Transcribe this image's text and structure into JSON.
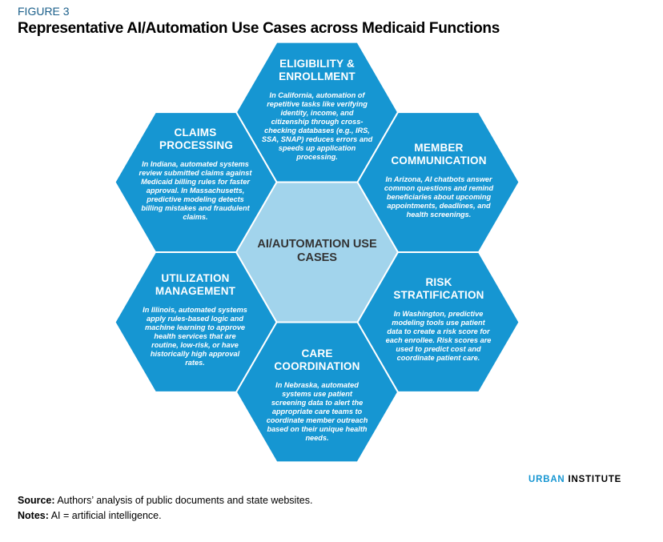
{
  "figure_label": "FIGURE 3",
  "title": "Representative AI/Automation Use Cases across Medicaid Functions",
  "center": {
    "title": "AI/AUTOMATION USE CASES"
  },
  "colors": {
    "hex_blue": "#1696d2",
    "center_blue": "#a2d4ec",
    "heading": "#000000"
  },
  "use_cases": [
    {
      "title": "ELIGIBILITY & ENROLLMENT",
      "body": "In California, automation of repetitive tasks like verifying identity, income, and citizenship through cross-checking databases (e.g., IRS, SSA, SNAP) reduces errors and speeds up application processing."
    },
    {
      "title": "CLAIMS PROCESSING",
      "body": "In Indiana, automated systems review submitted claims against Medicaid billing rules for faster approval. In Massachusetts, predictive modeling detects billing mistakes and fraudulent claims."
    },
    {
      "title": "MEMBER COMMUNICATION",
      "body": "In Arizona, AI chatbots answer common questions and remind beneficiaries about upcoming appointments, deadlines, and health screenings."
    },
    {
      "title": "UTILIZATION MANAGEMENT",
      "body": "In Illinois, automated systems apply rules-based logic and machine learning to approve health services that are routine, low-risk, or have historically high approval rates."
    },
    {
      "title": "RISK STRATIFICATION",
      "body": "In Washington, predictive modeling tools use patient data to create a risk score for each enrollee. Risk scores are used to predict cost and coordinate patient care."
    },
    {
      "title": "CARE COORDINATION",
      "body": "In Nebraska, automated systems use patient screening data to alert the appropriate care teams to coordinate member outreach based on their unique health needs."
    }
  ],
  "logo": {
    "part1": "URBAN",
    "part2": "INSTITUTE"
  },
  "source": {
    "label": "Source:",
    "text": " Authors’ analysis of public documents and state websites."
  },
  "notes": {
    "label": "Notes:",
    "text": " AI = artificial intelligence."
  }
}
